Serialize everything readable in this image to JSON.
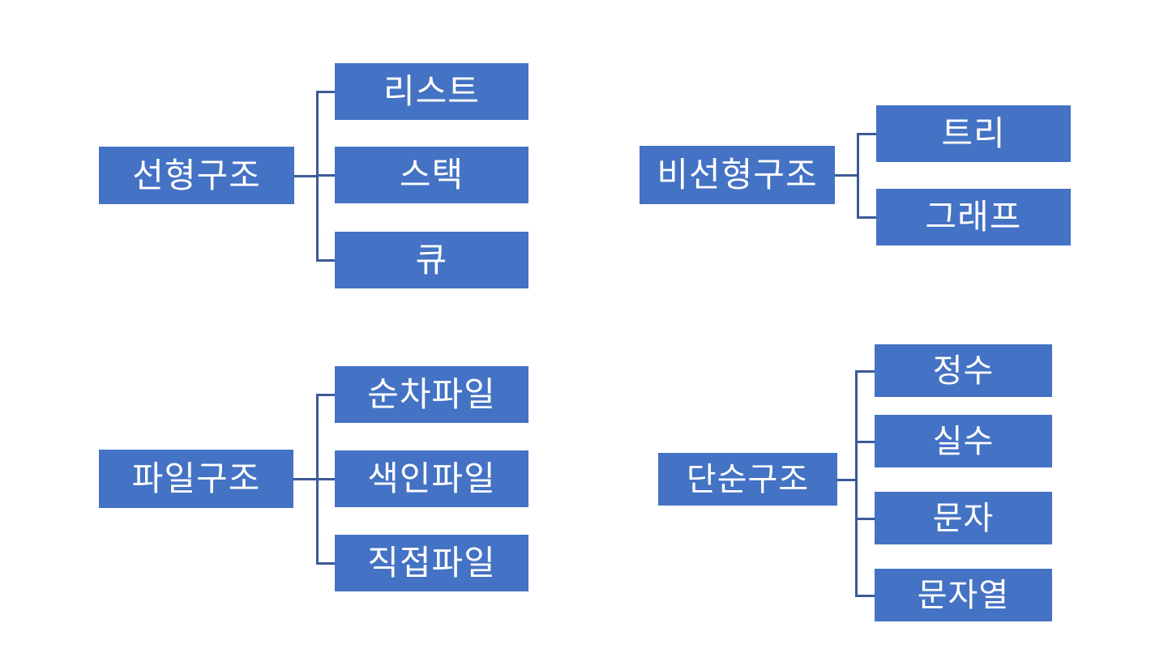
{
  "page": {
    "background": "#ffffff"
  },
  "colors": {
    "node_fill": "#4472C4",
    "node_text": "#ffffff",
    "connector": "#3C5A99"
  },
  "diagram": {
    "groups": [
      {
        "id": "linear-structure",
        "parent": {
          "label": "선형구조"
        },
        "children": [
          {
            "label": "리스트"
          },
          {
            "label": "스택"
          },
          {
            "label": "큐"
          }
        ]
      },
      {
        "id": "nonlinear-structure",
        "parent": {
          "label": "비선형구조"
        },
        "children": [
          {
            "label": "트리"
          },
          {
            "label": "그래프"
          }
        ]
      },
      {
        "id": "file-structure",
        "parent": {
          "label": "파일구조"
        },
        "children": [
          {
            "label": "순차파일"
          },
          {
            "label": "색인파일"
          },
          {
            "label": "직접파일"
          }
        ]
      },
      {
        "id": "simple-structure",
        "parent": {
          "label": "단순구조"
        },
        "children": [
          {
            "label": "정수"
          },
          {
            "label": "실수"
          },
          {
            "label": "문자"
          },
          {
            "label": "문자열"
          }
        ]
      }
    ]
  }
}
